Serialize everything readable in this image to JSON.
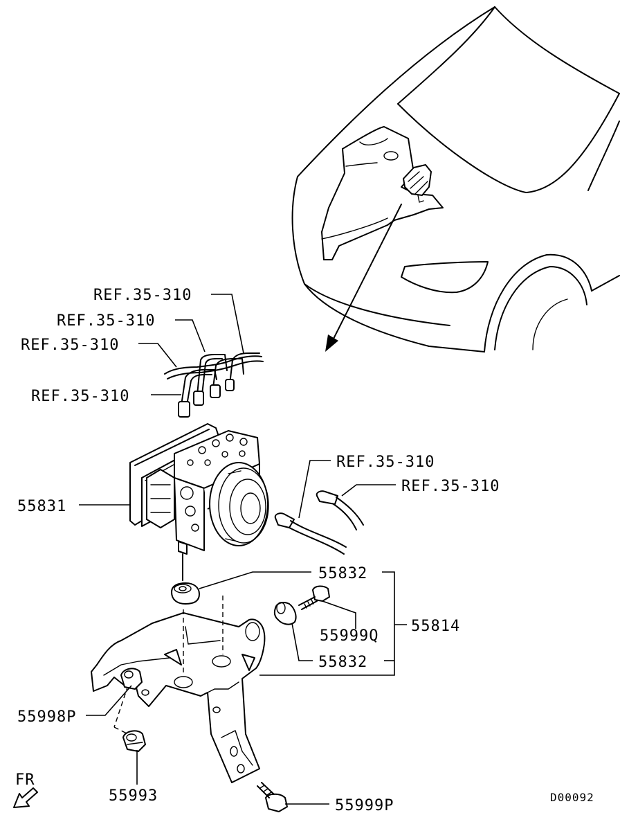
{
  "labels": {
    "ref_1": "REF.35-310",
    "ref_2": "REF.35-310",
    "ref_3": "REF.35-310",
    "ref_4": "REF.35-310",
    "ref_5": "REF.35-310",
    "ref_6": "REF.35-310",
    "part_55831": "55831",
    "part_55832_top": "55832",
    "part_55999q": "55999Q",
    "part_55814": "55814",
    "part_55832_bottom": "55832",
    "part_55998p": "55998P",
    "part_55993": "55993",
    "part_55999p": "55999P",
    "front": "FR",
    "drawing_code": "D00092"
  }
}
